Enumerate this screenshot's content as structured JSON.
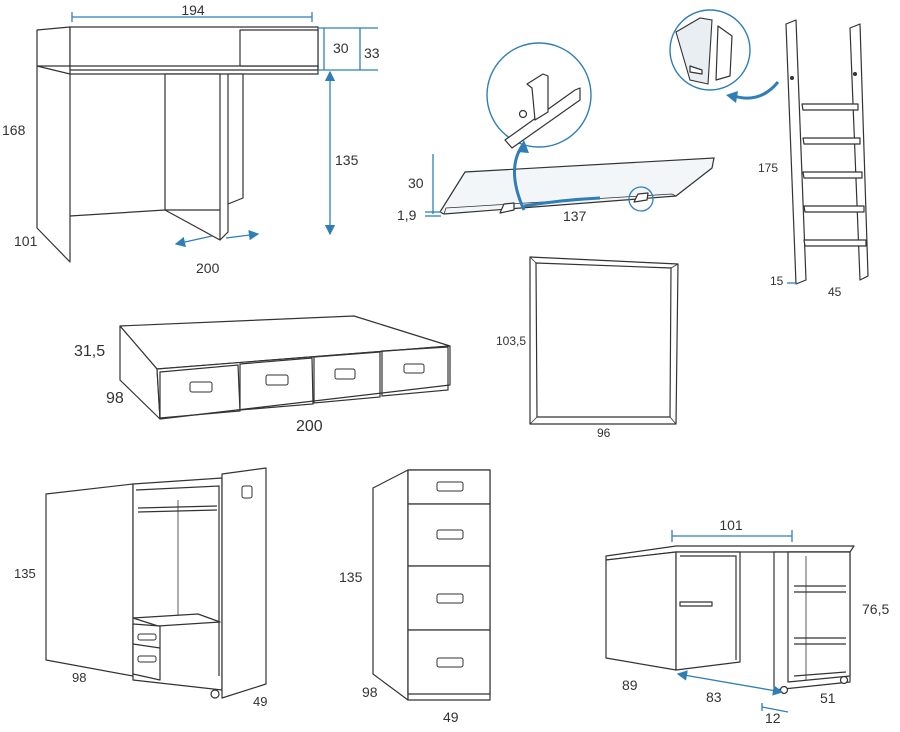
{
  "desk": {
    "width": "194",
    "top_h": "30",
    "shelf_h": "33",
    "height": "168",
    "depth": "101",
    "table_h": "135",
    "length": "200"
  },
  "panel": {
    "height": "30",
    "thickness": "1,9",
    "width": "137"
  },
  "ladder": {
    "height": "175",
    "depth": "15",
    "width": "45"
  },
  "mirror": {
    "height": "103,5",
    "width": "96"
  },
  "bed": {
    "height": "31,5",
    "depth": "98",
    "length": "200"
  },
  "wardrobe": {
    "height": "135",
    "depth": "98",
    "width": "49"
  },
  "drawers": {
    "height": "135",
    "depth": "98",
    "width": "49"
  },
  "bookcase": {
    "top_width": "101",
    "height": "76,5",
    "depth": "89",
    "length": "83",
    "side": "51",
    "offset": "12"
  },
  "colors": {
    "line": "#333333",
    "accent": "#2f7fb6",
    "background": "#ffffff"
  }
}
